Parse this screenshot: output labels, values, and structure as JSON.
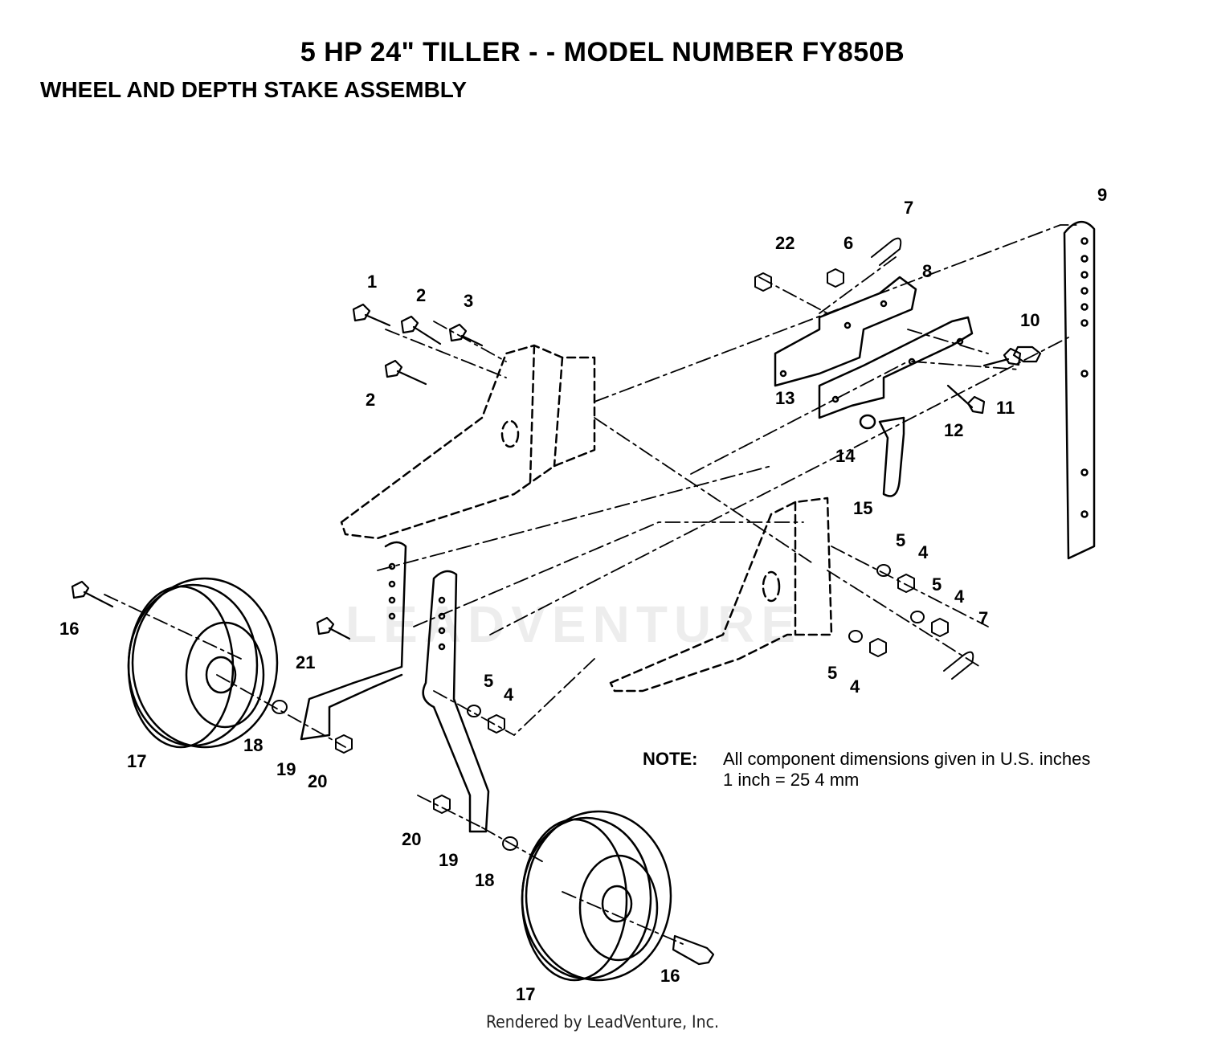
{
  "header": {
    "title": "5 HP 24\" TILLER - - MODEL NUMBER FY850B",
    "subtitle": "WHEEL AND DEPTH STAKE ASSEMBLY"
  },
  "note": {
    "label": "NOTE:",
    "line1": "All component dimensions given in U.S. inches",
    "line2": "1 inch = 25 4 mm"
  },
  "watermark": "LEADVENTURE",
  "footer": "Rendered by LeadVenture, Inc.",
  "callouts": {
    "c1": "1",
    "c2a": "2",
    "c2b": "2",
    "c3": "3",
    "c4a": "4",
    "c4b": "4",
    "c4c": "4",
    "c4d": "4",
    "c5a": "5",
    "c5b": "5",
    "c5c": "5",
    "c5d": "5",
    "c6": "6",
    "c7a": "7",
    "c7b": "7",
    "c8": "8",
    "c9": "9",
    "c10": "10",
    "c11": "11",
    "c12": "12",
    "c13": "13",
    "c14": "14",
    "c15": "15",
    "c16a": "16",
    "c16b": "16",
    "c17a": "17",
    "c17b": "17",
    "c18a": "18",
    "c18b": "18",
    "c19a": "19",
    "c19b": "19",
    "c20a": "20",
    "c20b": "20",
    "c21": "21",
    "c22": "22"
  }
}
